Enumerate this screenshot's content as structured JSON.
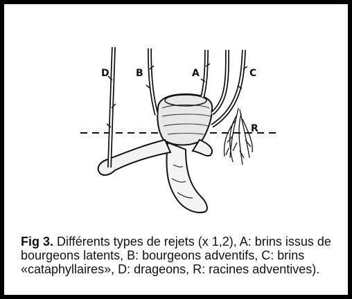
{
  "figure": {
    "labels": {
      "A": "A",
      "B": "B",
      "C": "C",
      "D": "D",
      "R": "R"
    }
  },
  "caption": {
    "lead": "Fig 3.",
    "text": " Différents types de rejets (x 1,2), A: brins issus de bourgeons latents, B: bourgeons adventifs, C: brins «cataphyllaires», D: drageons, R: racines adventives)."
  }
}
